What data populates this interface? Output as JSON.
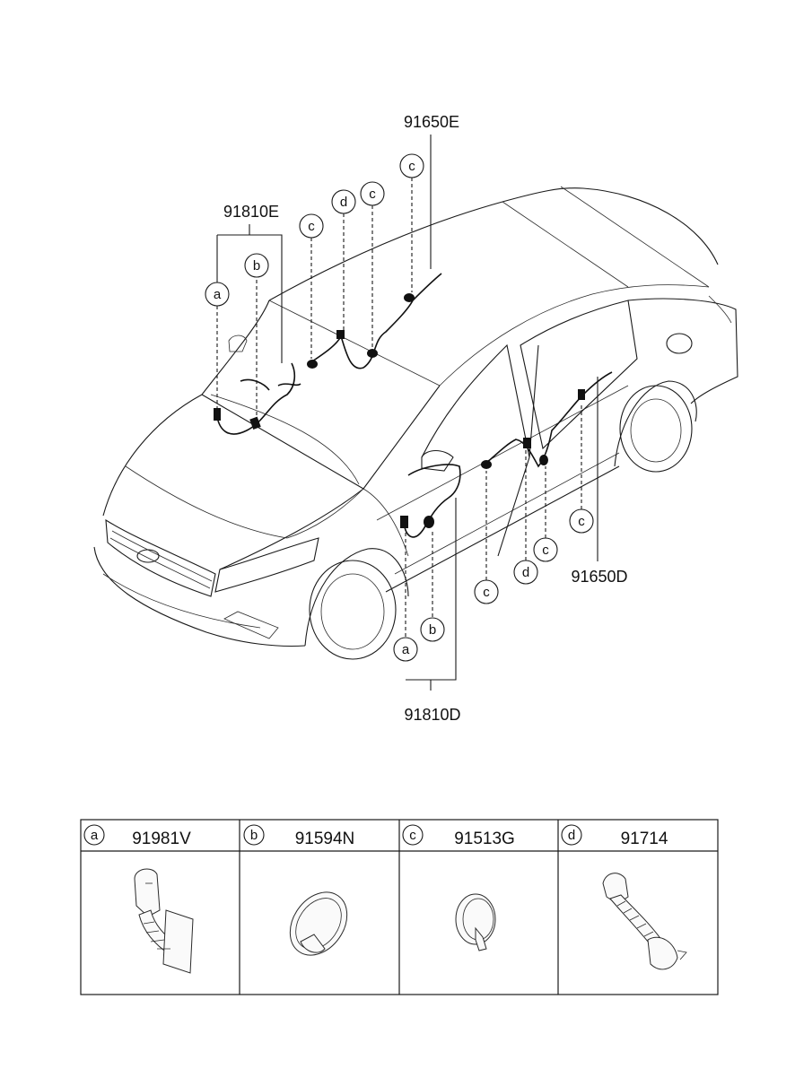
{
  "part_numbers": {
    "p91650E": "91650E",
    "p91810E": "91810E",
    "p91810D": "91810D",
    "p91650D": "91650D"
  },
  "callout_letters": {
    "a": "a",
    "b": "b",
    "c": "c",
    "d": "d"
  },
  "legend": [
    {
      "letter": "a",
      "part_number": "91981V"
    },
    {
      "letter": "b",
      "part_number": "91594N"
    },
    {
      "letter": "c",
      "part_number": "91513G"
    },
    {
      "letter": "d",
      "part_number": "91714"
    }
  ]
}
